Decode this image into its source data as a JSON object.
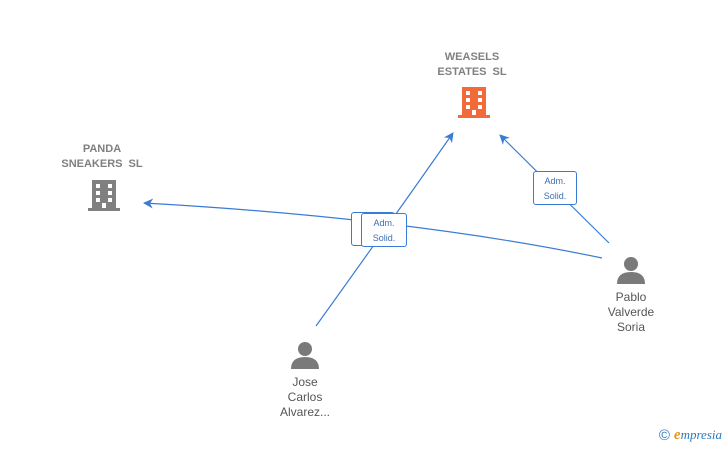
{
  "colors": {
    "edge": "#3a7bd5",
    "company_highlight": "#f26a3a",
    "company_default": "#808080",
    "person": "#7a7a7a",
    "brand_accent": "#e8961a",
    "brand_text": "#2a7ac0"
  },
  "nodes": {
    "weasels": {
      "label": "WEASELS\nESTATES  SL",
      "icon": "building-icon",
      "highlight": true
    },
    "panda": {
      "label": "PANDA\nSNEAKERS  SL",
      "icon": "building-icon",
      "highlight": false
    },
    "pablo": {
      "label": "Pablo\nValverde\nSoria",
      "icon": "person-icon"
    },
    "jose": {
      "label": "Jose\nCarlos\nAlvarez...",
      "icon": "person-icon"
    }
  },
  "edges": [
    {
      "from": "pablo",
      "to": "weasels",
      "label_lines": [
        "Adm.",
        "Solid."
      ]
    },
    {
      "from": "pablo",
      "to": "panda",
      "label_lines": [
        "Adm.",
        "Solid."
      ]
    },
    {
      "from": "jose",
      "to": "weasels",
      "label_lines": [
        "Adm.",
        "Solid."
      ]
    }
  ],
  "watermark": {
    "symbol": "©",
    "brand_initial": "e",
    "brand_rest": "mpresia"
  }
}
